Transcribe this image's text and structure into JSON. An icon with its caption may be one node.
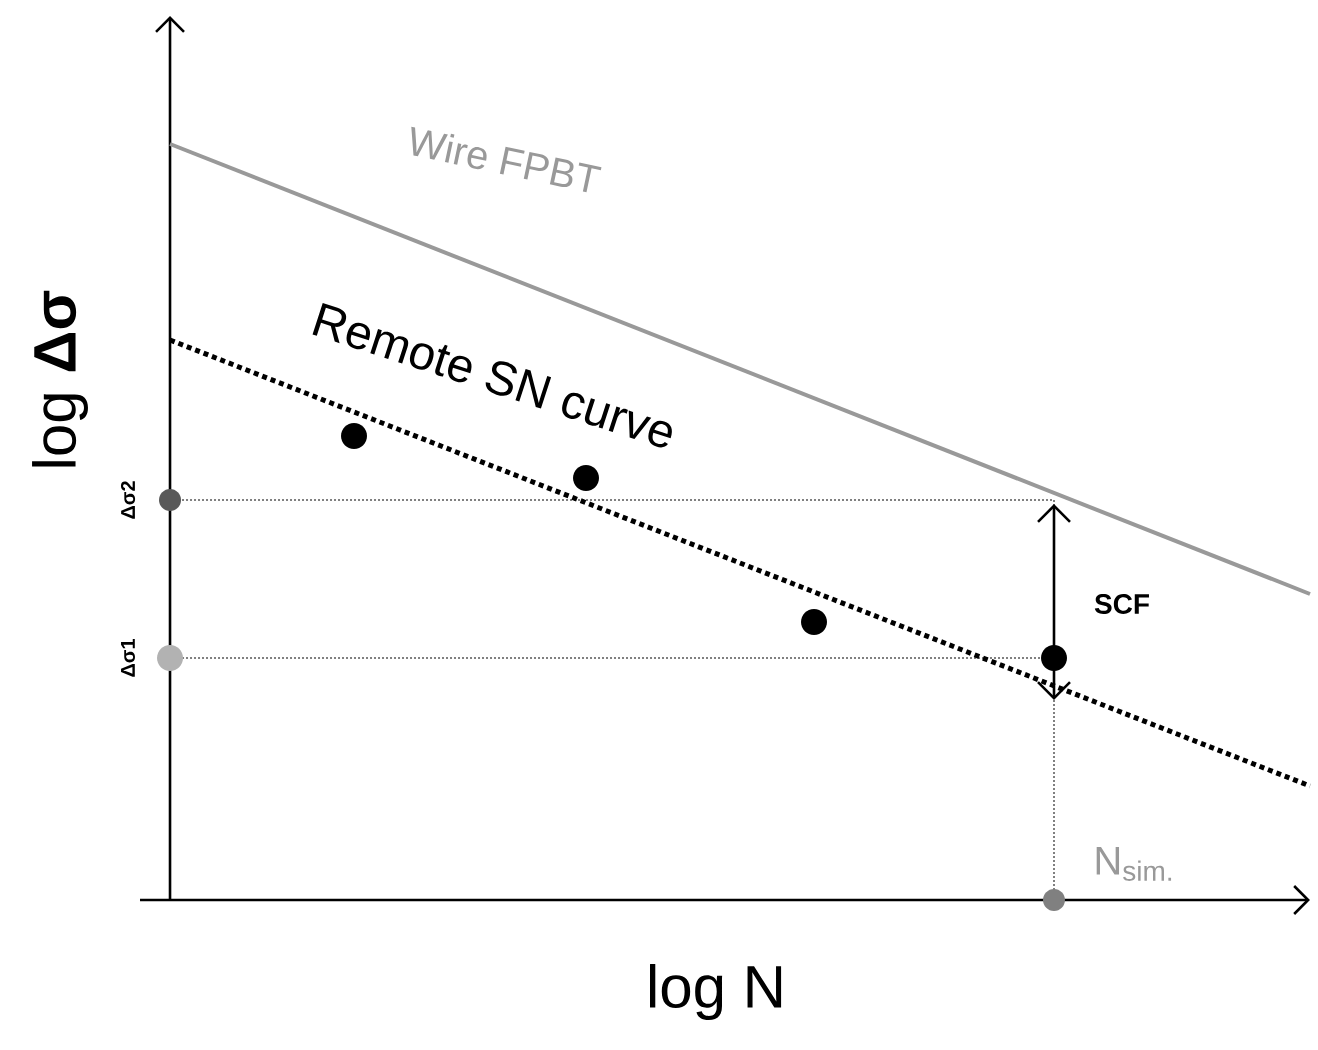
{
  "diagram": {
    "labels": [
      "Wire FPBT",
      "Remote SN curve",
      "SCF",
      "Δσ2",
      "Δσ1",
      "N$_{sim.}$",
      "log N",
      "log **Δσ**"
    ]
  }
}
